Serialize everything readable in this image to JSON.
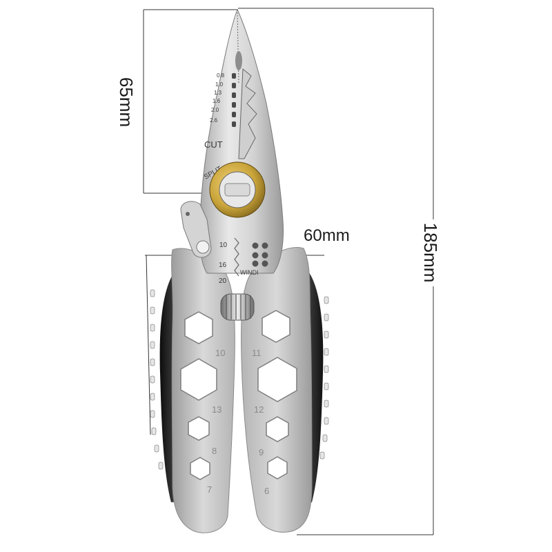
{
  "dimensions": {
    "jaw_length": "65mm",
    "jaw_width": "60mm",
    "total_length": "185mm"
  },
  "blade": {
    "strip_sizes": [
      "0.8",
      "1.0",
      "1.3",
      "1.6",
      "2.0",
      "2.6"
    ],
    "cut_label": "CUT",
    "split_label": "SPLIT",
    "crimp_sizes": [
      "10",
      "16",
      "20"
    ],
    "winding_label": "WINDI"
  },
  "handles": {
    "left_hex_sizes": [
      "10",
      "13",
      "8",
      "7"
    ],
    "right_hex_sizes": [
      "11",
      "12",
      "9",
      "6"
    ]
  },
  "colors": {
    "steel_light": "#e4e4e4",
    "steel_mid": "#b9b9b9",
    "steel_dark": "#8e8e8e",
    "grip_black": "#1c1c1c",
    "pivot_brass": "#c9a43a"
  }
}
